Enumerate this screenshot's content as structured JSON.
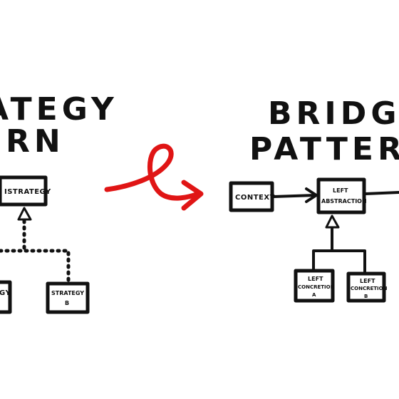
{
  "left_diagram": {
    "title_line1": "ATEGY",
    "title_line2": "RN",
    "interface_box": "ISTRATEGY",
    "strategy_a_box": "GY",
    "strategy_b_line1": "STRATEGY",
    "strategy_b_line2": "B"
  },
  "right_diagram": {
    "title_line1": "BRIDGE",
    "title_line2": "PATTERN",
    "context_box": "CONTEXT",
    "abstraction_line1": "LEFT",
    "abstraction_line2": "ABSTRACTION",
    "concrete_a_line1": "LEFT",
    "concrete_a_line2": "CONCRETION",
    "concrete_a_line3": "A",
    "concrete_b_line1": "LEFT",
    "concrete_b_line2": "CONCRETION",
    "concrete_b_line3": "B"
  },
  "colors": {
    "ink": "#111111",
    "arrow": "#e01515",
    "background": "#ffffff"
  }
}
